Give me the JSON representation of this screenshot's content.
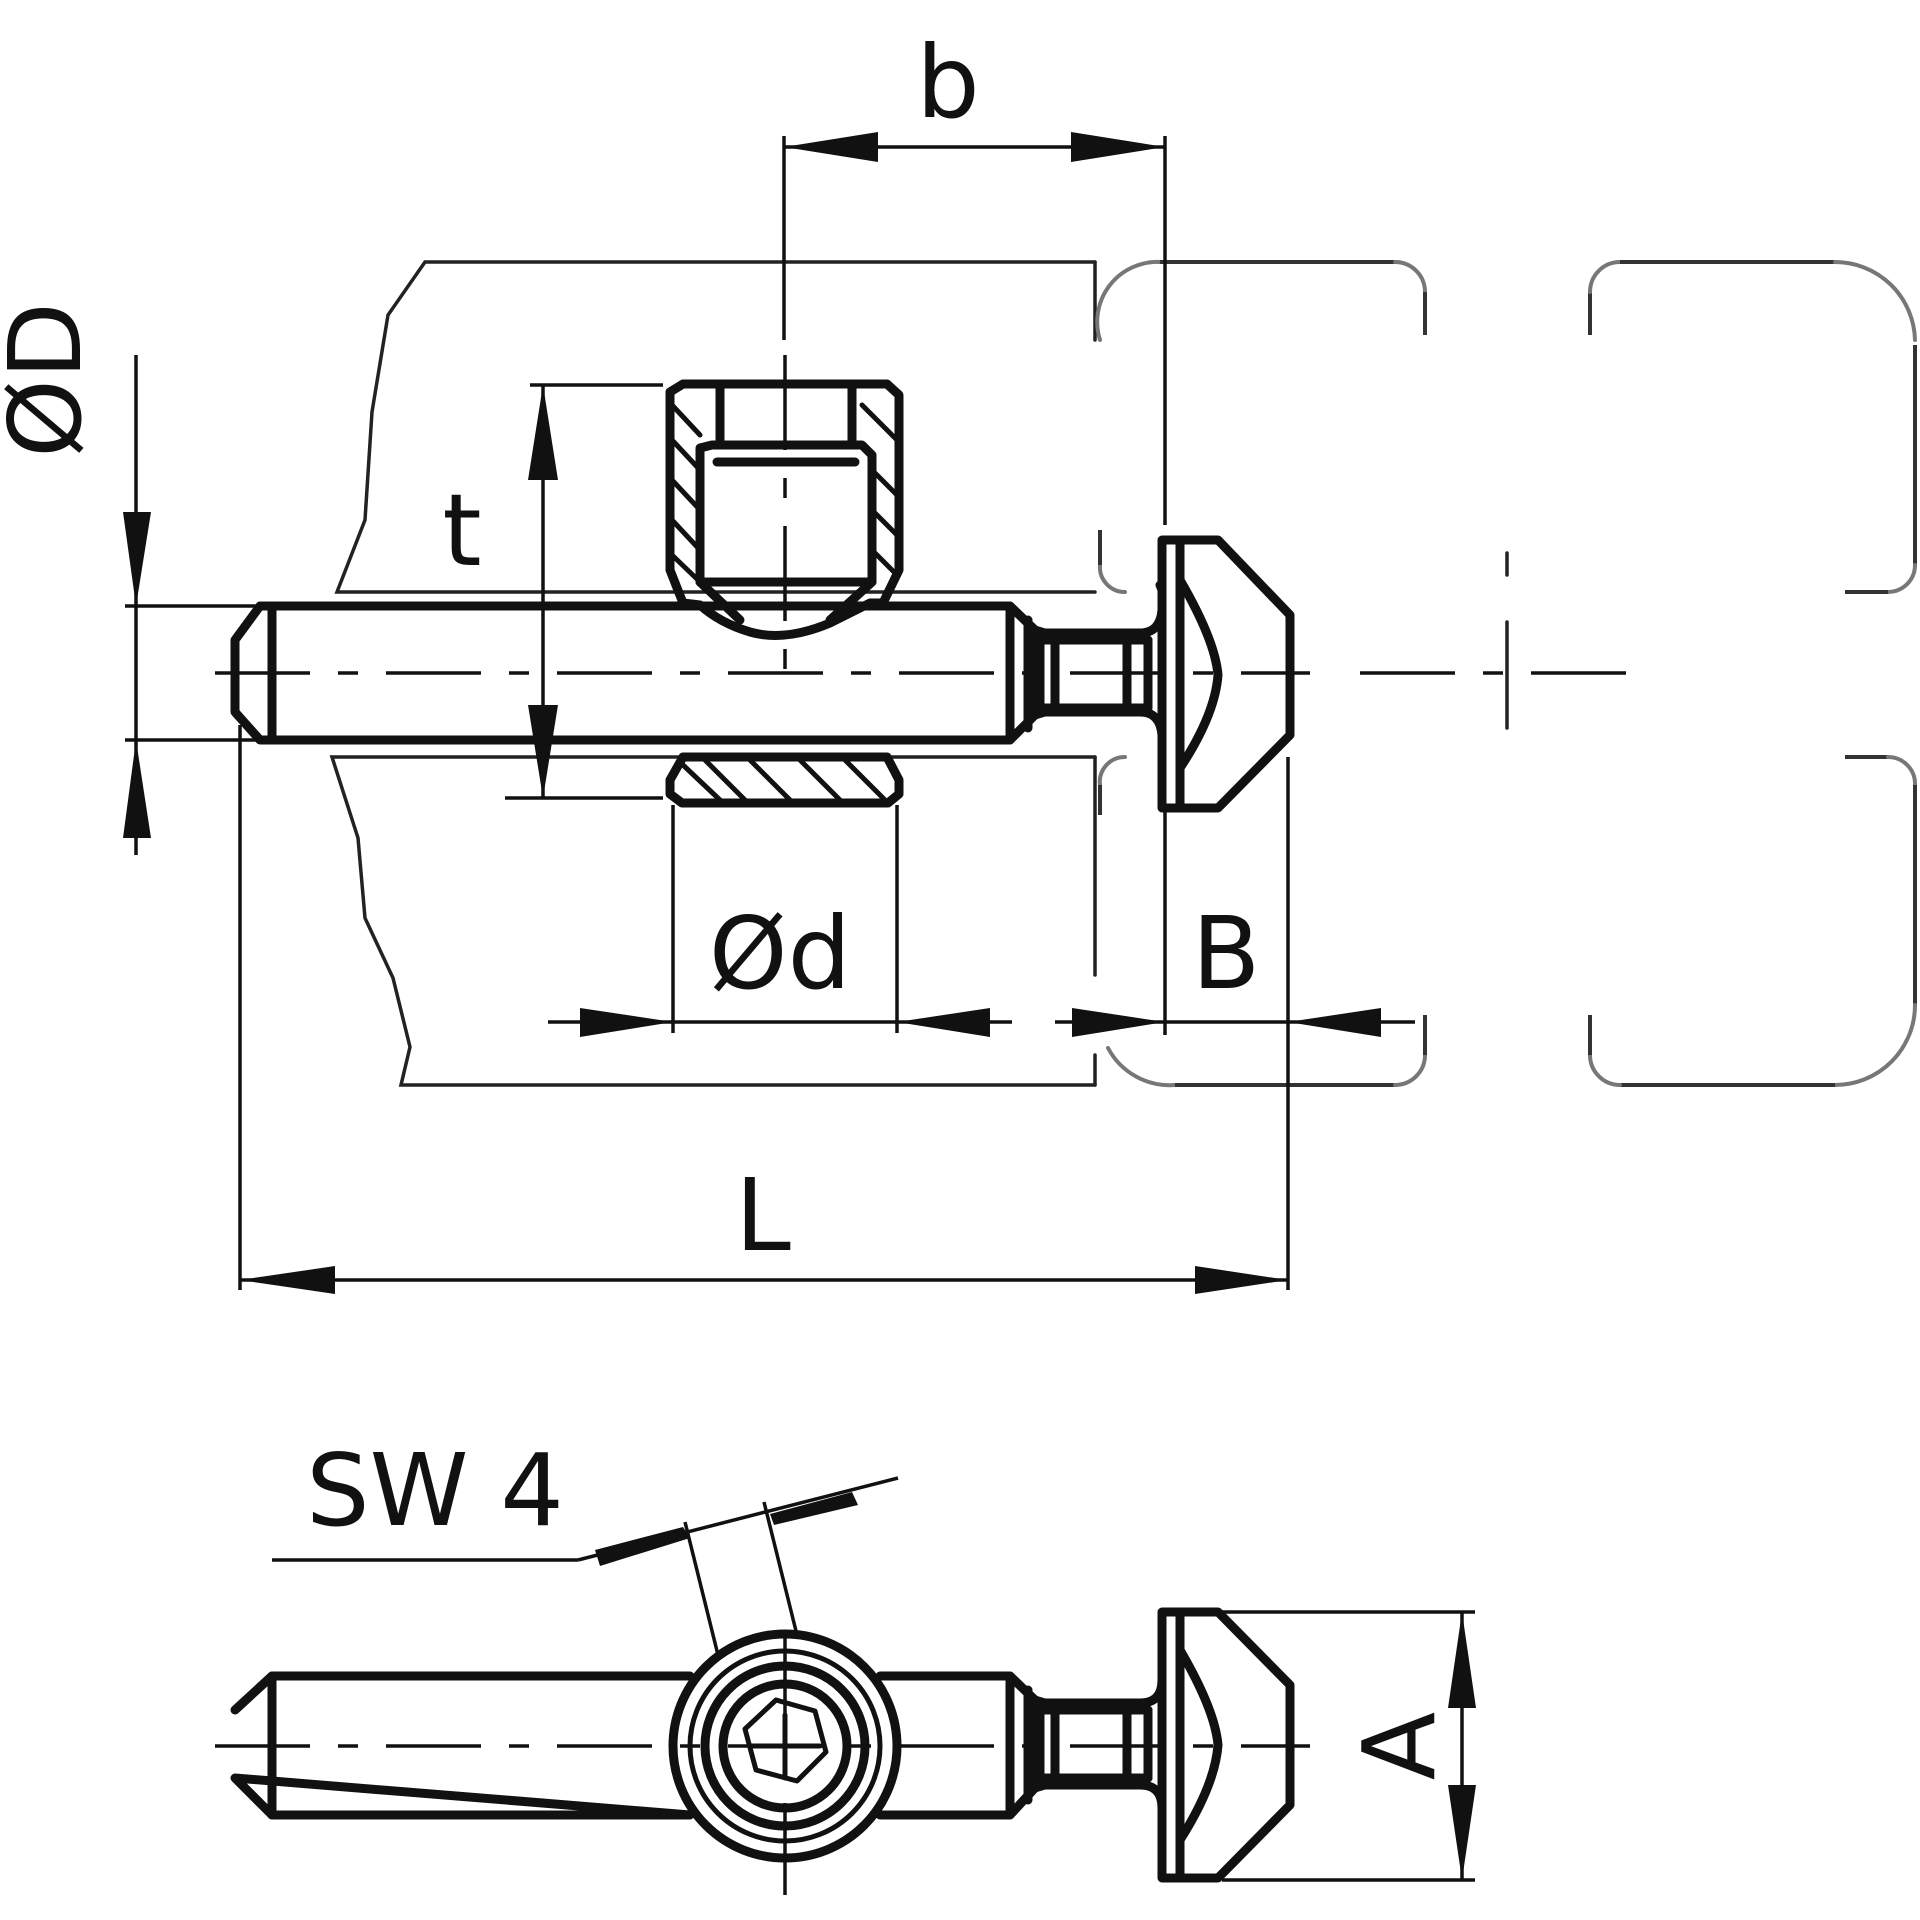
{
  "labels": {
    "b": "b",
    "diameter_D": "ØD",
    "t": "t",
    "diameter_d": "Ød",
    "B": "B",
    "L": "L",
    "wrench_size": "SW 4",
    "A": "A"
  }
}
